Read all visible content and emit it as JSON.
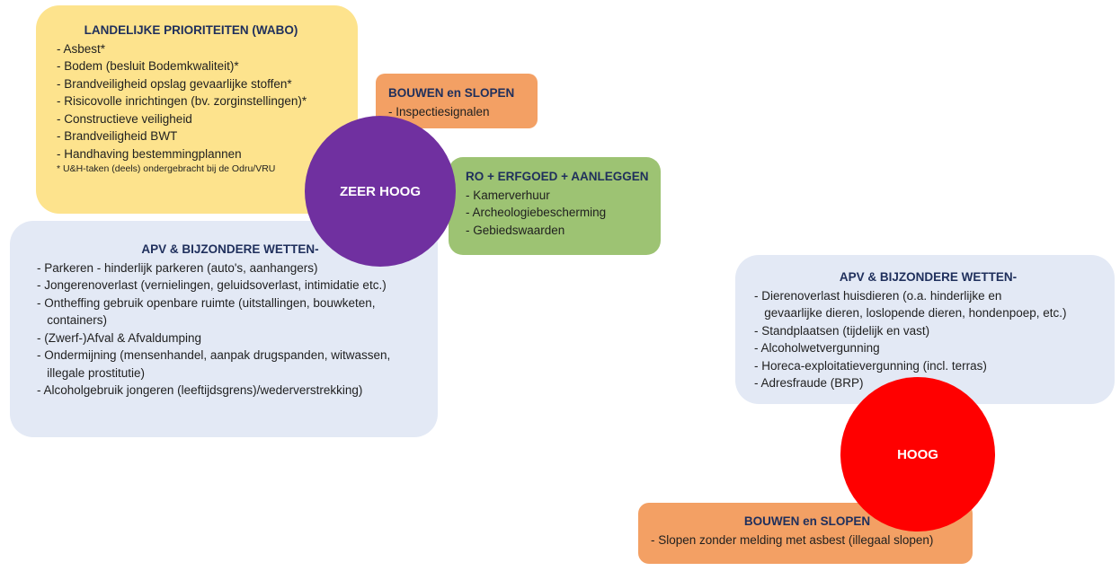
{
  "colors": {
    "wabo_box": "#fde38d",
    "bouwen_box": "#f3a064",
    "ro_box": "#9dc373",
    "apv_box": "#e3e9f5",
    "title_text": "#1f2f5c",
    "zeer_hoog_circle": "#7030a0",
    "hoog_circle": "#ff0000"
  },
  "zeer_hoog": {
    "label": "ZEER HOOG",
    "wabo": {
      "title": "LANDELIJKE PRIORITEITEN (WABO)",
      "items": [
        "- Asbest*",
        "- Bodem (besluit Bodemkwaliteit)*",
        "- Brandveiligheid opslag gevaarlijke stoffen*",
        "- Risicovolle inrichtingen (bv. zorginstellingen)*",
        "- Constructieve veiligheid",
        "- Brandveiligheid BWT",
        "- Handhaving bestemmingplannen"
      ],
      "note": "* U&H-taken (deels) ondergebracht bij de Odru/VRU"
    },
    "bouwen": {
      "title": "BOUWEN en SLOPEN",
      "items": [
        "- Inspectiesignalen"
      ]
    },
    "ro": {
      "title": "RO + ERFGOED + AANLEGGEN",
      "items": [
        "- Kamerverhuur",
        "- Archeologiebescherming",
        "- Gebiedswaarden"
      ]
    },
    "apv": {
      "title": "APV & BIJZONDERE WETTEN-",
      "items": [
        "- Parkeren - hinderlijk parkeren (auto's, aanhangers)",
        "- Jongerenoverlast (vernielingen, geluidsoverlast, intimidatie etc.)",
        "- Ontheffing gebruik openbare ruimte (uitstallingen, bouwketen,",
        "   containers)",
        "- (Zwerf-)Afval & Afvaldumping",
        "- Ondermijning (mensenhandel, aanpak drugspanden, witwassen,",
        "   illegale prostitutie)",
        "- Alcoholgebruik jongeren (leeftijdsgrens)/wederverstrekking)"
      ]
    }
  },
  "hoog": {
    "label": "HOOG",
    "apv": {
      "title": "APV & BIJZONDERE WETTEN-",
      "items": [
        "- Dierenoverlast huisdieren (o.a. hinderlijke en",
        "   gevaarlijke dieren, loslopende dieren, hondenpoep, etc.)",
        "- Standplaatsen (tijdelijk en vast)",
        "- Alcoholwetvergunning",
        "- Horeca-exploitatievergunning (incl. terras)",
        "- Adresfraude (BRP)"
      ]
    },
    "bouwen": {
      "title": "BOUWEN en SLOPEN",
      "items": [
        "- Slopen zonder melding met asbest (illegaal slopen)"
      ]
    }
  }
}
